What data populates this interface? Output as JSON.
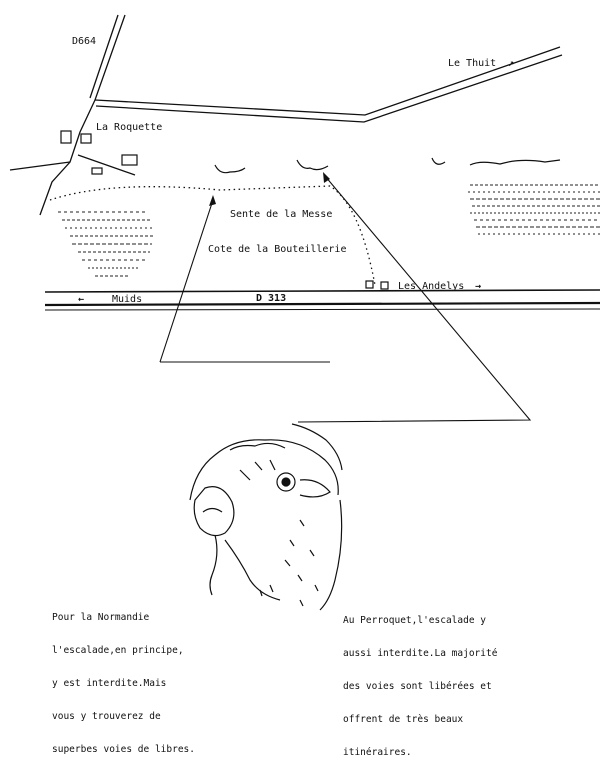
{
  "map": {
    "labels": {
      "road_d664": "D664",
      "le_thuit": "Le Thuit",
      "la_roquette": "La Roquette",
      "sente": "Sente de la Messe",
      "cote": "Cote de la Bouteillerie",
      "les_andelys": "Les Andelys",
      "muids": "Muids",
      "d313": "D 313"
    },
    "arrows": {
      "les_andelys_arrow": "→",
      "muids_arrow": "←",
      "le_thuit_arrow": "↗"
    }
  },
  "text": {
    "left": [
      "Pour la Normandie",
      "l'escalade,en principe,",
      "y est interdite.Mais",
      "vous y trouverez de",
      "superbes voies de libres."
    ],
    "right": [
      "Au Perroquet,l'escalade y",
      "aussi interdite.La majorité",
      "des voies sont libérées et",
      "offrent de très beaux",
      "itinéraires."
    ]
  }
}
